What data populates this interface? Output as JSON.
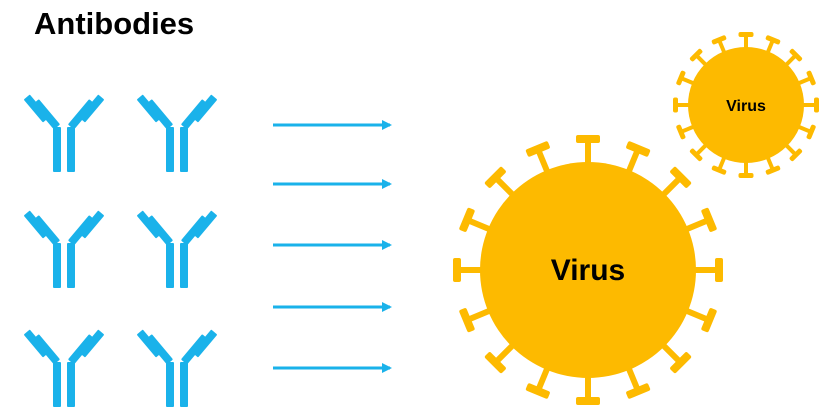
{
  "title": "Antibodies",
  "colors": {
    "antibody": "#1AB2EA",
    "arrow": "#1AB2EA",
    "virus": "#FDBA00",
    "text": "#000000",
    "background": "#ffffff"
  },
  "antibody_count": 6,
  "arrow_count": 5,
  "viruses": [
    {
      "label": "Virus",
      "size": "large"
    },
    {
      "label": "Virus",
      "size": "small"
    }
  ]
}
